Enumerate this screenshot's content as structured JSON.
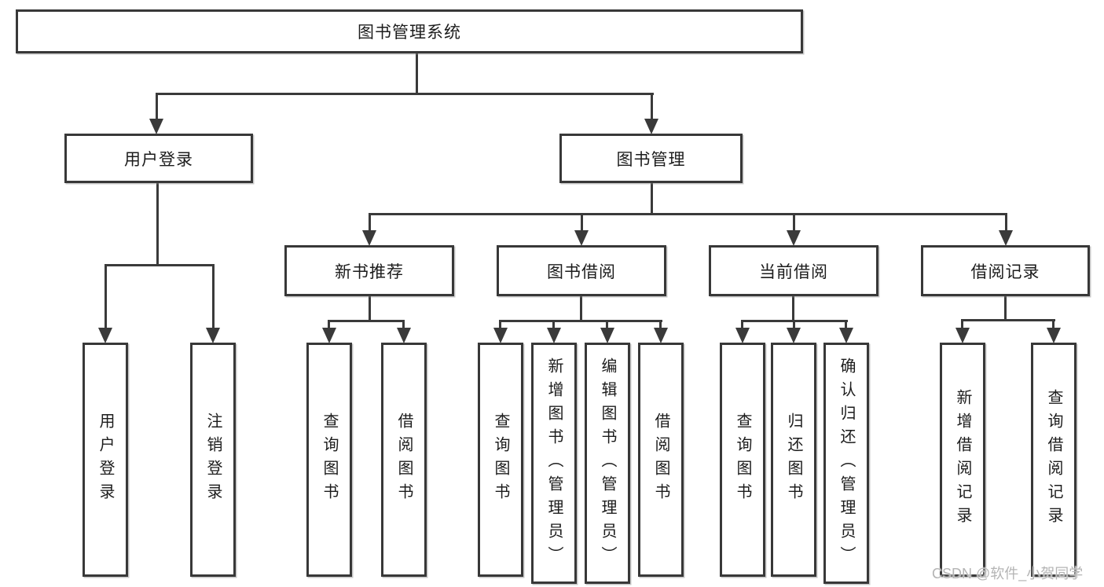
{
  "diagram": {
    "root": {
      "label": "图书管理系统"
    },
    "branches": [
      {
        "label": "用户登录",
        "children": [
          "用户登录",
          "注销登录"
        ]
      },
      {
        "label": "图书管理",
        "sections": [
          {
            "label": "新书推荐",
            "children": [
              "查询图书",
              "借阅图书"
            ]
          },
          {
            "label": "图书借阅",
            "children": [
              "查询图书",
              "新增图书（管理员）",
              "编辑图书（管理员）",
              "借阅图书"
            ]
          },
          {
            "label": "当前借阅",
            "children": [
              "查询图书",
              "归还图书",
              "确认归还（管理员）"
            ]
          },
          {
            "label": "借阅记录",
            "children": [
              "新增借阅记录",
              "查询借阅记录"
            ]
          }
        ]
      }
    ]
  },
  "watermark": {
    "text": "CSDN @软件_小贺同学"
  },
  "colors": {
    "line": "#3a3a3a",
    "box_border": "#383838",
    "box_fill": "#ffffff",
    "text": "#1c1c1c",
    "watermark": "#b4b4b4",
    "background": "#ffffff"
  }
}
